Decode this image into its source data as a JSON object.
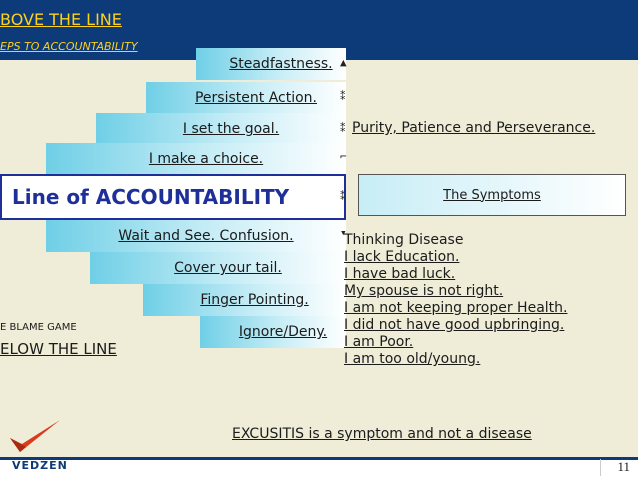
{
  "header": {
    "title": "BOVE THE LINE",
    "subtitle": "EPS TO ACCOUNTABILITY"
  },
  "steps_above": [
    "Steadfastness.",
    "Persistent Action.",
    "I set the goal.",
    "I make a choice."
  ],
  "line_label": "Line of ACCOUNTABILITY",
  "steps_below": [
    "Wait and See. Confusion.",
    "Cover your tail.",
    "Finger Pointing.",
    "Ignore/Deny."
  ],
  "purity_text": "Purity, Patience and Perseverance.",
  "symptoms_title": "The Symptoms",
  "symptoms": [
    "Thinking Disease",
    "I lack Education.",
    "I have bad luck.",
    "My spouse is not right.",
    "I am not keeping proper Health.",
    "I did not have good upbringing.",
    "I am Poor.",
    "I am too old/young."
  ],
  "left_labels": {
    "blame": "E BLAME GAME",
    "below": "ELOW THE LINE"
  },
  "footer": {
    "excusitis": "EXCUSITIS is a symptom and not a disease",
    "logo_text": "VEDZEN",
    "page_number": "11"
  },
  "colors": {
    "header_bg": "#0d3a78",
    "header_text": "#ffd21a",
    "accent_blue": "#1f2f9a",
    "logo_red": "#d93b1c"
  }
}
